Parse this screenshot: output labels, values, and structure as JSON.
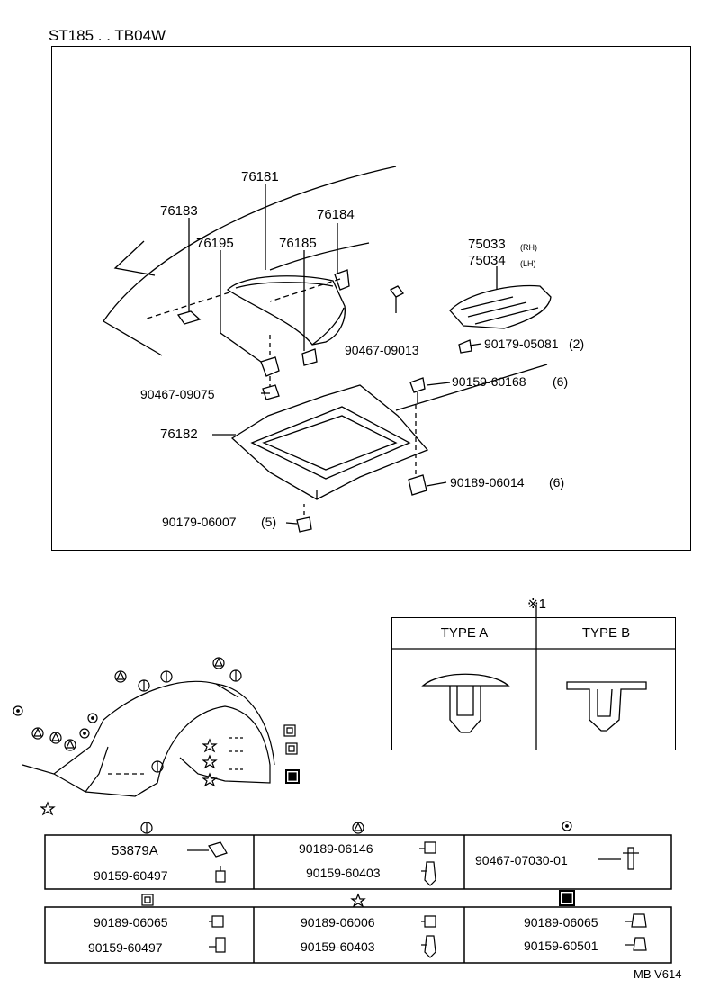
{
  "header": {
    "title": "ST185 . . TB04W"
  },
  "main_diagram": {
    "labels": {
      "p76181": "76181",
      "p76183": "76183",
      "p76184": "76184",
      "p76195": "76195",
      "p76185": "76185",
      "p75033": "75033",
      "p75033_side": "(RH)",
      "p75034": "75034",
      "p75034_side": "(LH)",
      "p90467_09013": "90467-09013",
      "p90179_05081": "90179-05081",
      "p90179_05081_qty": "(2)",
      "p90467_09075": "90467-09075",
      "p90159_60168": "90159-60168",
      "p90159_60168_qty": "(6)",
      "p76182": "76182",
      "p90189_06014": "90189-06014",
      "p90189_06014_qty": "(6)",
      "p90179_06007": "90179-06007",
      "p90179_06007_qty": "(5)"
    }
  },
  "clip_types": {
    "note": "※1",
    "type_a": "TYPE A",
    "type_b": "TYPE B"
  },
  "legend_table": {
    "row1": [
      {
        "symbol": "circle-bar",
        "parts": [
          "53879A",
          "90159-60497"
        ]
      },
      {
        "symbol": "circle-triangle",
        "parts": [
          "90189-06146",
          "90159-60403"
        ]
      },
      {
        "symbol": "circle-dot",
        "parts": [
          "90467-07030-01"
        ]
      }
    ],
    "row2": [
      {
        "symbol": "square-octagon",
        "parts": [
          "90189-06065",
          "90159-60497"
        ]
      },
      {
        "symbol": "star",
        "parts": [
          "90189-06006",
          "90159-60403"
        ]
      },
      {
        "symbol": "filled-square",
        "parts": [
          "90189-06065",
          "90159-60501"
        ]
      }
    ]
  },
  "footer": {
    "code": "MB V614"
  }
}
